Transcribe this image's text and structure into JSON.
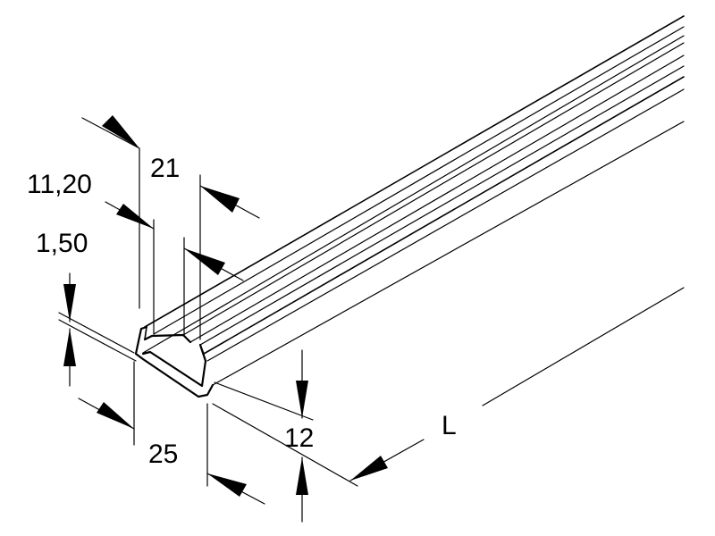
{
  "drawing": {
    "subject": "C-profile mounting rail, isometric dimensioned sketch",
    "dimensions": {
      "top_width": "21",
      "slot_width": "11,20",
      "thickness": "1,50",
      "base_width": "25",
      "height": "12",
      "length": "L"
    }
  }
}
